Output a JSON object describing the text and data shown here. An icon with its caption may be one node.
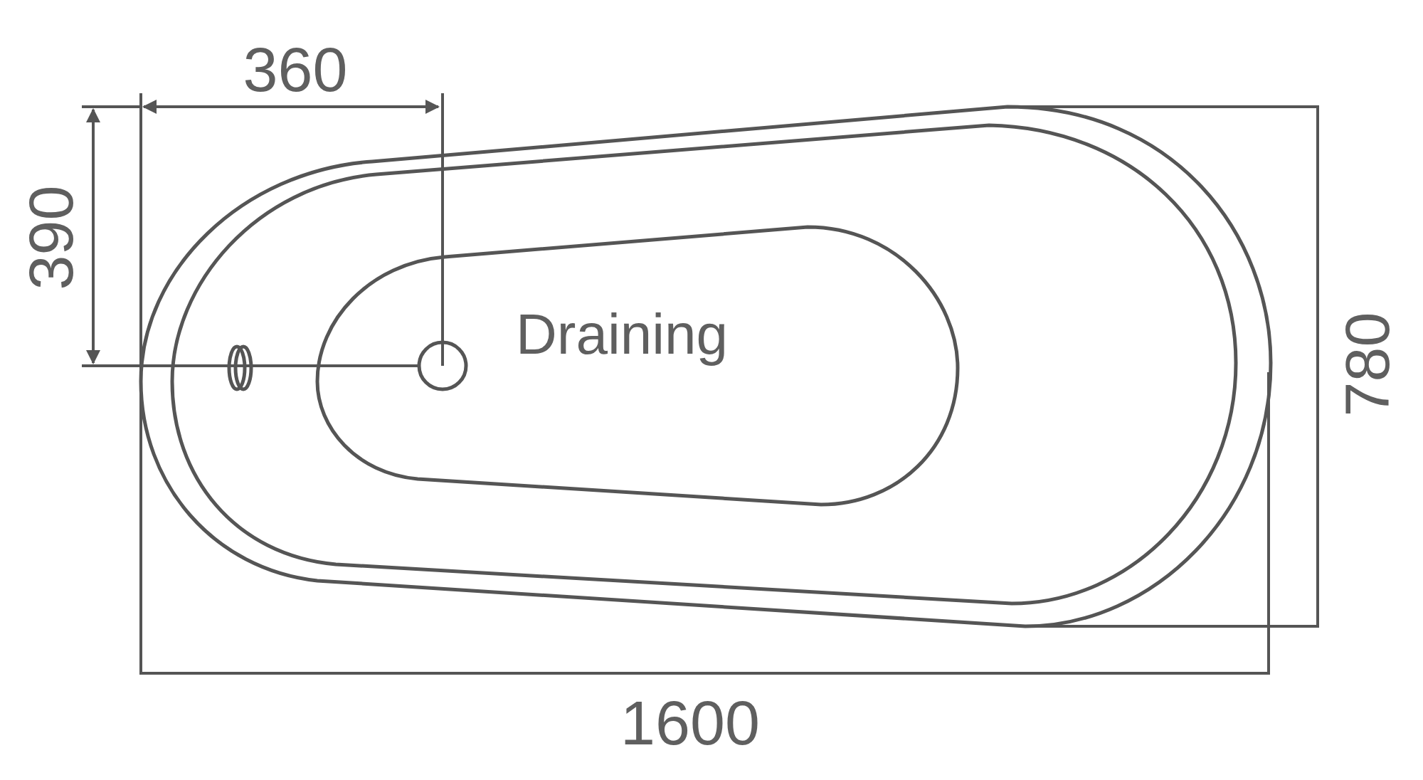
{
  "diagram": {
    "labels": [
      "360",
      "390",
      "Draining",
      "780",
      "1600"
    ]
  }
}
